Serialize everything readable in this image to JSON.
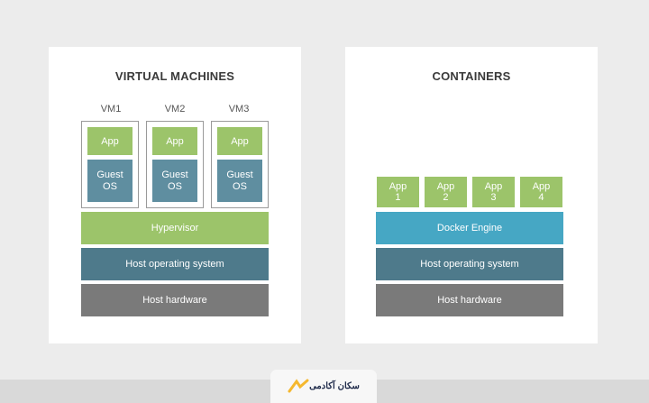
{
  "vm_panel": {
    "title": "VIRTUAL MACHINES",
    "vms": [
      {
        "label": "VM1",
        "app": "App",
        "guest_os_line1": "Guest",
        "guest_os_line2": "OS"
      },
      {
        "label": "VM2",
        "app": "App",
        "guest_os_line1": "Guest",
        "guest_os_line2": "OS"
      },
      {
        "label": "VM3",
        "app": "App",
        "guest_os_line1": "Guest",
        "guest_os_line2": "OS"
      }
    ],
    "hypervisor": "Hypervisor",
    "host_os": "Host operating system",
    "host_hardware": "Host hardware"
  },
  "containers_panel": {
    "title": "CONTAINERS",
    "apps": [
      {
        "line1": "App",
        "line2": "1"
      },
      {
        "line1": "App",
        "line2": "2"
      },
      {
        "line1": "App",
        "line2": "3"
      },
      {
        "line1": "App",
        "line2": "4"
      }
    ],
    "docker_engine": "Docker Engine",
    "host_os": "Host operating system",
    "host_hardware": "Host hardware"
  },
  "footer": {
    "logo_text": "سکان آکادمی"
  },
  "colors": {
    "app_green": "#9cc46a",
    "guest_os_teal": "#5f8ea0",
    "docker_blue": "#46a7c4",
    "host_os_slate": "#4e7a8b",
    "host_hardware_gray": "#7a7a7a",
    "logo_accent": "#f5b82e"
  }
}
